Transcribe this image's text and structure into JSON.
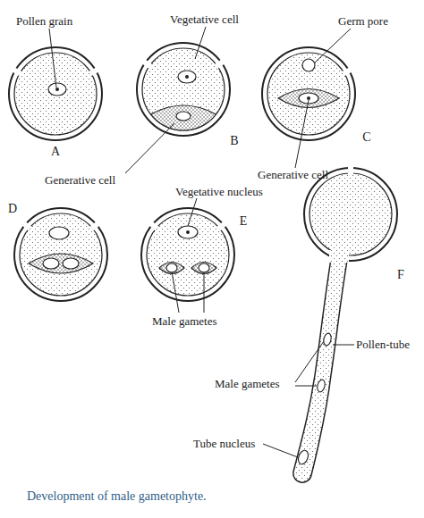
{
  "diagram": {
    "caption": "Development of male gametophyte.",
    "labels": [
      "Pollen grain",
      "A",
      "Vegetative cell",
      "Generative cell",
      "B",
      "Germ pore",
      "Generative cell",
      "C",
      "D",
      "Vegetative nucleus",
      "E",
      "Male gametes",
      "F",
      "Pollen-tube",
      "Male gametes",
      "Tube nucleus"
    ]
  }
}
